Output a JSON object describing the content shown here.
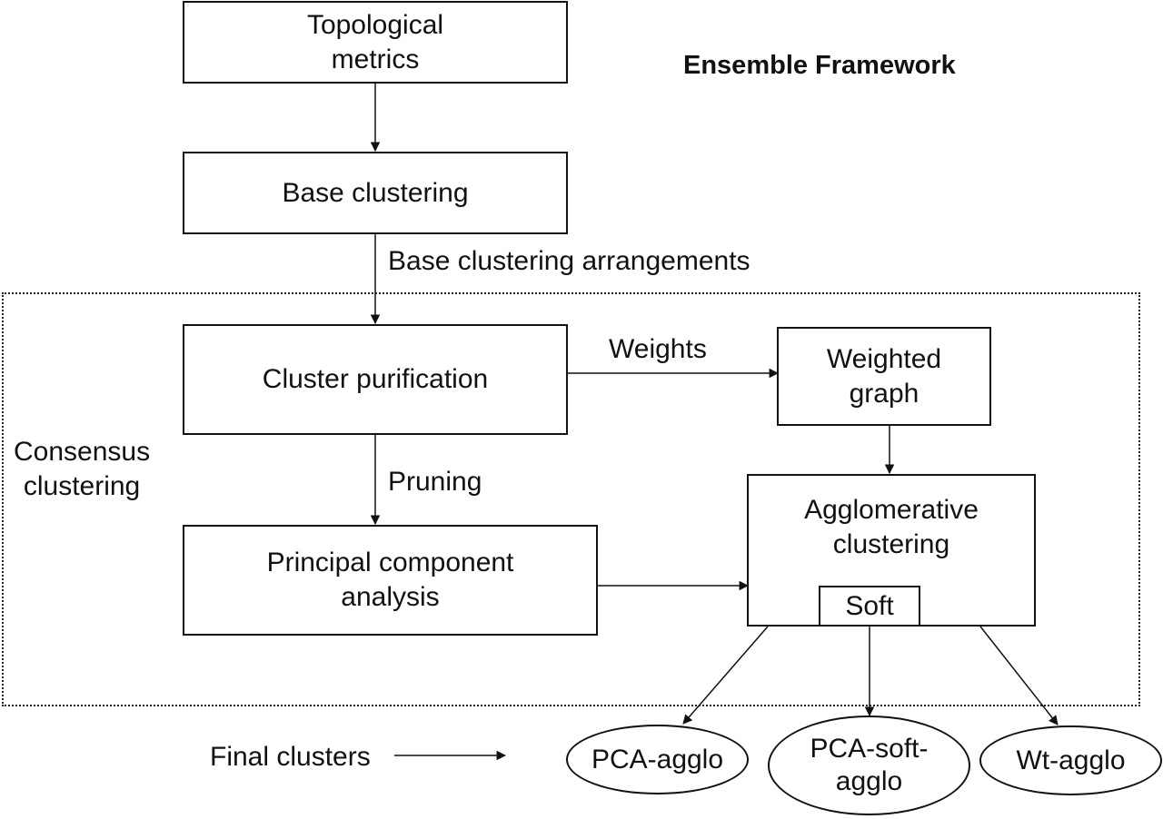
{
  "title": "Ensemble Framework",
  "nodes": {
    "topological_metrics": [
      "Topological",
      "metrics"
    ],
    "base_clustering": "Base clustering",
    "cluster_purification": "Cluster purification",
    "weighted_graph": [
      "Weighted",
      "graph"
    ],
    "pca": [
      "Principal component",
      "analysis"
    ],
    "agglomerative": [
      "Agglomerative",
      "clustering"
    ],
    "soft": "Soft",
    "pca_agglo": "PCA-agglo",
    "pca_soft_agglo": [
      "PCA-soft-",
      "agglo"
    ],
    "wt_agglo": "Wt-agglo"
  },
  "labels": {
    "base_arrangements": "Base clustering arrangements",
    "weights": "Weights",
    "pruning": "Pruning",
    "consensus": [
      "Consensus",
      "clustering"
    ],
    "final_clusters": "Final clusters"
  }
}
